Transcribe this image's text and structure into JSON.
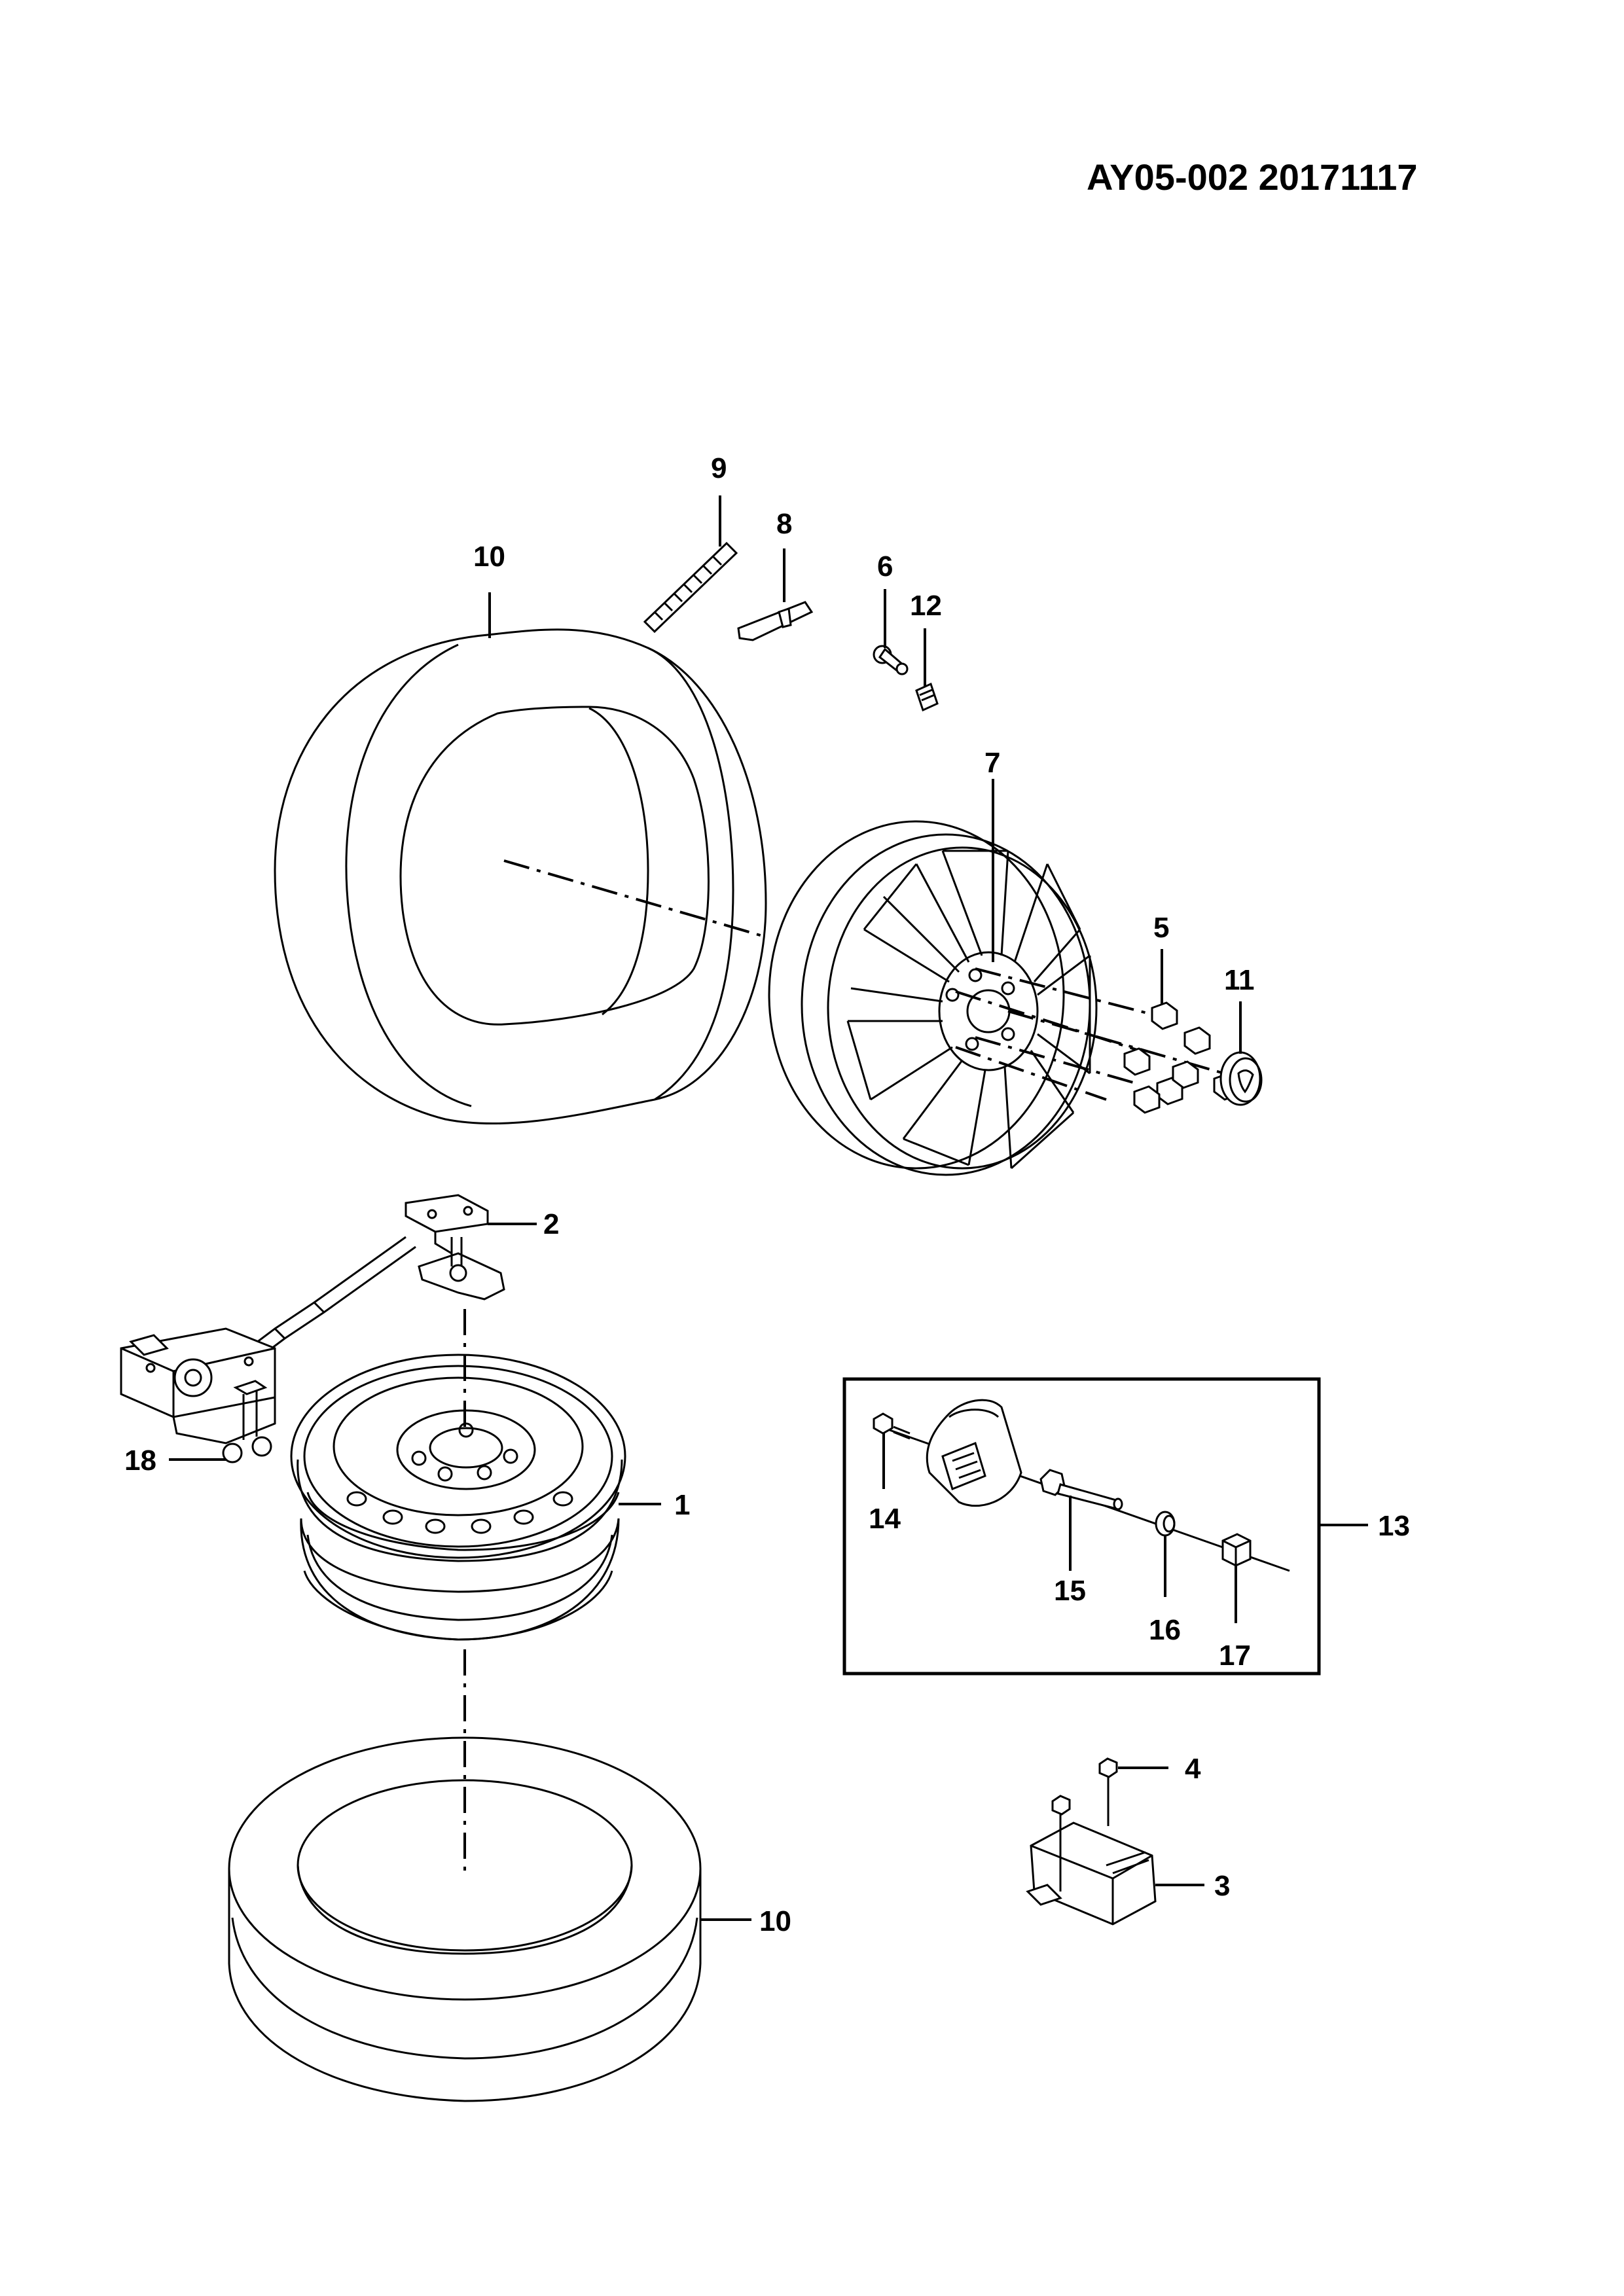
{
  "document_code": "AY05-002  20171117",
  "callouts": {
    "c1": "1",
    "c2": "2",
    "c3": "3",
    "c4": "4",
    "c5": "5",
    "c6": "6",
    "c7": "7",
    "c8": "8",
    "c9": "9",
    "c10_top": "10",
    "c10_bottom": "10",
    "c11": "11",
    "c12": "12",
    "c13": "13",
    "c14": "14",
    "c15": "15",
    "c16": "16",
    "c17": "17",
    "c18": "18"
  }
}
